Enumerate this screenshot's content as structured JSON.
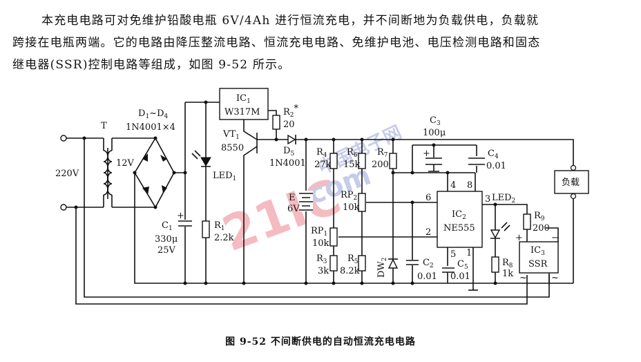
{
  "paragraph": {
    "line1": "本充电电路可对免维护铅酸电瓶 6V/4Ah 进行恒流充电，并不间断地为负载供电，负载就",
    "line2": "跨接在电瓶两端。它的电路由降压整流电路、恒流充电电路、免维护电池、电压检测电路和固态",
    "line3": "继电器(SSR)控制电路等组成，如图 9-52 所示。"
  },
  "watermark": {
    "brand": "21IC",
    "site": "中国电子网",
    "domain": ".com"
  },
  "circuit": {
    "input_voltage": "220V",
    "transformer": "T",
    "secondary_voltage": "12V",
    "bridge": {
      "name": "D",
      "sub1": "1",
      "tilde": "~",
      "sub2": "4",
      "part": "1N4001×4"
    },
    "c1": {
      "name": "C",
      "sub": "1",
      "value": "330μ",
      "voltage": "25V"
    },
    "led1": {
      "name": "LED",
      "sub": "1"
    },
    "r1": {
      "name": "R",
      "sub": "1",
      "value": "2.2k"
    },
    "ic1": {
      "name": "IC",
      "sub": "1",
      "part": "W317M"
    },
    "r2": {
      "name": "R",
      "sub": "2",
      "mark": "*",
      "value": "20"
    },
    "vt1": {
      "name": "VT",
      "sub": "1",
      "part": "8550"
    },
    "d5": {
      "name": "D",
      "sub": "5",
      "part": "1N4001"
    },
    "battery": {
      "name": "E",
      "value": "6V"
    },
    "r4": {
      "name": "R",
      "sub": "4",
      "value": "27k"
    },
    "r6": {
      "name": "R",
      "sub": "6",
      "value": "15k"
    },
    "r7": {
      "name": "R",
      "sub": "7",
      "value": "200"
    },
    "c3": {
      "name": "C",
      "sub": "3",
      "value": "100μ"
    },
    "c4": {
      "name": "C",
      "sub": "4",
      "value": "0.01"
    },
    "rp2": {
      "name": "RP",
      "sub": "2",
      "value": "10k"
    },
    "rp1": {
      "name": "RP",
      "sub": "1",
      "value": "10k"
    },
    "r3": {
      "name": "R",
      "sub": "3",
      "value": "3k"
    },
    "r5": {
      "name": "R",
      "sub": "5",
      "value": "8.2k"
    },
    "dw2": {
      "name": "DW",
      "sub": "2"
    },
    "c2": {
      "name": "C",
      "sub": "2",
      "value": "0.01"
    },
    "c5": {
      "name": "C",
      "sub": "5",
      "value": "0.01"
    },
    "ic2": {
      "name": "IC",
      "sub": "2",
      "part": "NE555",
      "pins": {
        "p4": "4",
        "p8": "8",
        "p6": "6",
        "p2": "2",
        "p3": "3",
        "p5": "5",
        "p1": "1"
      }
    },
    "led2": {
      "name": "LED",
      "sub": "2"
    },
    "r8": {
      "name": "R",
      "sub": "8",
      "value": "1k"
    },
    "r9": {
      "name": "R",
      "sub": "9",
      "value": "200"
    },
    "ic3": {
      "name": "IC",
      "sub": "3",
      "part": "SSR",
      "plus": "+",
      "minus": "−",
      "ac": "~"
    },
    "load": "负载"
  },
  "caption": "图 9-52    不间断供电的自动恒流充电电路"
}
